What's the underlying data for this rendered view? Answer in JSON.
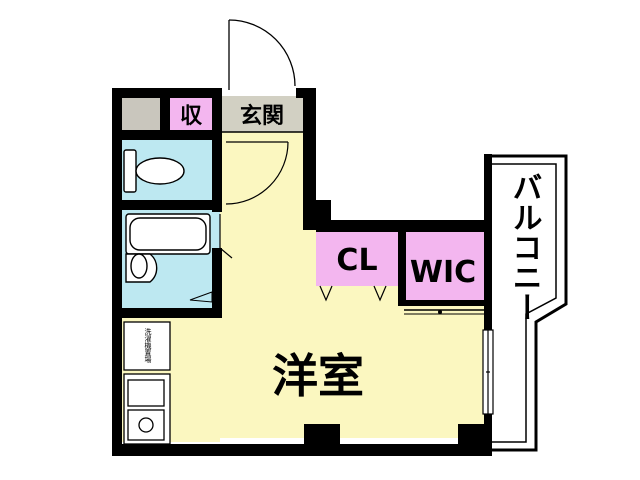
{
  "rooms": {
    "storage": "収",
    "entrance": "玄関",
    "closet": "CL",
    "walk_in_closet": "WIC",
    "balcony": "バルコニー",
    "western_room": "洋室",
    "washer_space": "洗濯機置場"
  },
  "colors": {
    "wall": "#000000",
    "living_floor": "#fbf7c0",
    "wet_area": "#bde8f1",
    "closet": "#f3b6ef",
    "entrance_floor": "#d2d0c3",
    "storage_gray": "#c9c6bd",
    "balcony_floor": "#ffffff"
  }
}
